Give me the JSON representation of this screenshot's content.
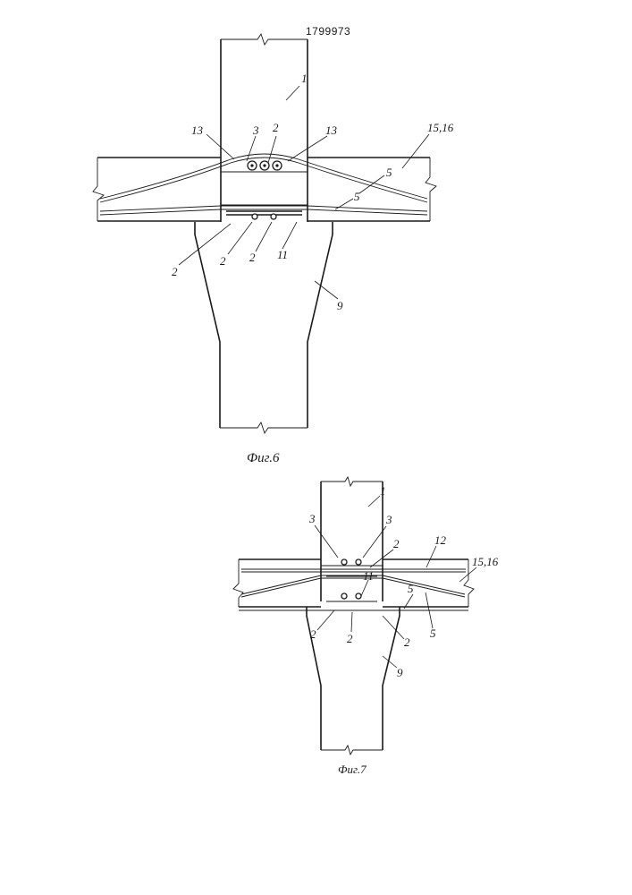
{
  "patent_number": "1799973",
  "fig6": {
    "caption": "Фиг.6",
    "labels": {
      "column": "1",
      "bolt_group": "2",
      "bolt": "3",
      "slab": "15,16",
      "tendon_upper": "5",
      "tendon_lower": "5",
      "stop_left": "13",
      "stop_right": "13",
      "bottom_bolt_a": "2",
      "bottom_bolt_b": "2",
      "bottom_bolt_c": "2",
      "plate": "11",
      "capital": "9"
    }
  },
  "fig7": {
    "caption": "Фиг.7",
    "labels": {
      "column": "1",
      "bolt_left": "3",
      "bolt_right": "3",
      "bolt_top": "2",
      "rebar": "12",
      "slab": "15,16",
      "plate": "11",
      "tendon_a": "5",
      "tendon_b": "5",
      "bottom_bolt_a": "2",
      "bottom_bolt_b": "2",
      "bottom_bolt_c": "2",
      "capital": "9"
    }
  }
}
